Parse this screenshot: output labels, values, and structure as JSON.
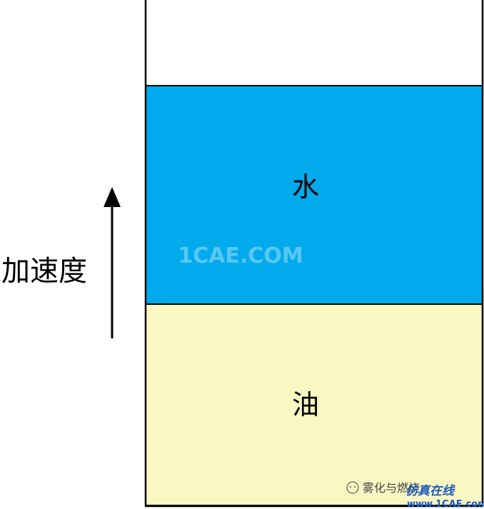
{
  "diagram": {
    "acceleration_label": "加速度",
    "upper_layer_label": "水",
    "lower_layer_label": "油",
    "colors": {
      "water": "#00AAEC",
      "oil": "#FAF7C2",
      "outline": "#000000"
    }
  },
  "watermarks": {
    "center": "1CAE.COM",
    "channel": "雾化与燃烧",
    "brand": "仿真在线",
    "site": "www.1CAE.com"
  }
}
